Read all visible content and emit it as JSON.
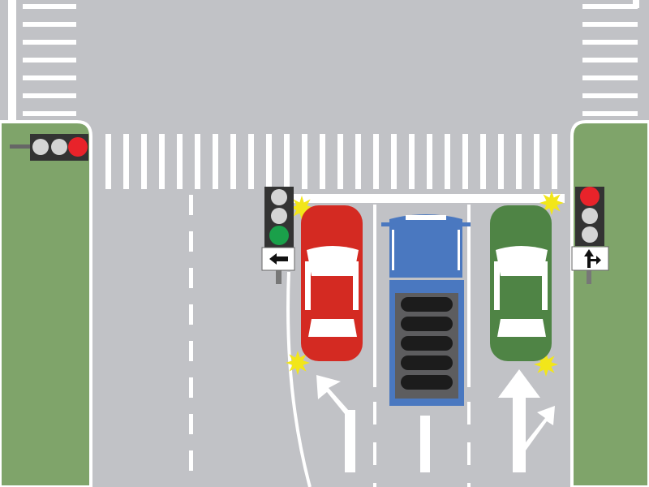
{
  "colors": {
    "road": "#c1c2c6",
    "grass": "#7fa46a",
    "marking": "#ffffff",
    "red_car": "#d42a22",
    "truck": "#4a78c0",
    "green_car": "#4f8445",
    "signal_red": "#e8232a",
    "signal_green": "#1aa04a",
    "signal_off": "#d4d4d4",
    "blinker": "#f2e61a"
  },
  "signals": [
    {
      "id": "top-left-signal",
      "lit": "red"
    },
    {
      "id": "left-turn-signal",
      "lit": "green",
      "sign": "arrow-left-icon"
    },
    {
      "id": "right-signal",
      "lit": "red",
      "sign": "arrow-straight-right-icon"
    }
  ],
  "vehicles": [
    "red-car",
    "blue-truck",
    "green-car"
  ],
  "lane_arrows": [
    "straight-left-arrow",
    "straight-arrow",
    "straight-right-arrow"
  ]
}
